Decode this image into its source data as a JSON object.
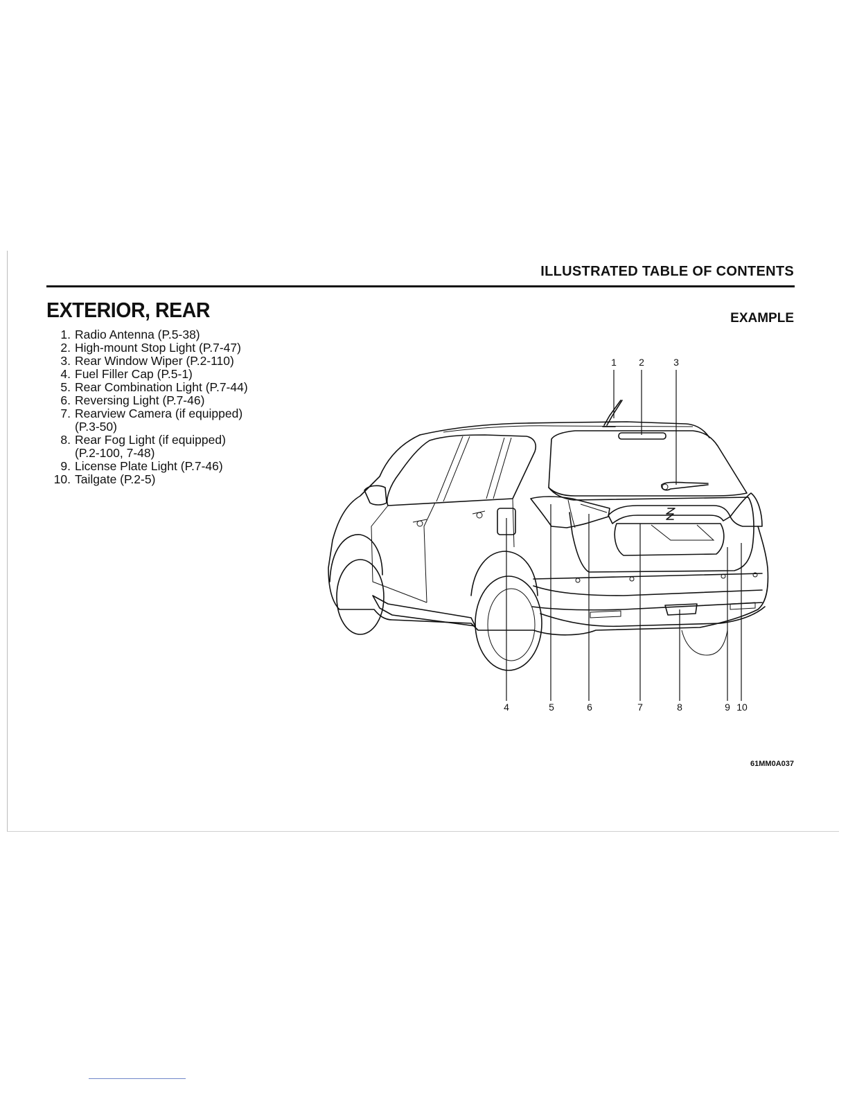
{
  "header": {
    "title": "ILLUSTRATED TABLE OF CONTENTS"
  },
  "section": {
    "title": "EXTERIOR, REAR"
  },
  "example_label": "EXAMPLE",
  "items": [
    {
      "num": "1.",
      "lines": [
        "Radio Antenna (P.5-38)"
      ]
    },
    {
      "num": "2.",
      "lines": [
        "High-mount Stop Light (P.7-47)"
      ]
    },
    {
      "num": "3.",
      "lines": [
        "Rear Window Wiper (P.2-110)"
      ]
    },
    {
      "num": "4.",
      "lines": [
        "Fuel Filler Cap (P.5-1)"
      ]
    },
    {
      "num": "5.",
      "lines": [
        "Rear Combination Light (P.7-44)"
      ]
    },
    {
      "num": "6.",
      "lines": [
        "Reversing Light (P.7-46)"
      ]
    },
    {
      "num": "7.",
      "lines": [
        "Rearview Camera (if equipped)",
        "(P.3-50)"
      ]
    },
    {
      "num": "8.",
      "lines": [
        "Rear Fog Light (if equipped)",
        "(P.2-100, 7-48)"
      ]
    },
    {
      "num": "9.",
      "lines": [
        "License Plate Light (P.7-46)"
      ]
    },
    {
      "num": "10.",
      "lines": [
        "Tailgate (P.2-5)"
      ]
    }
  ],
  "callouts": [
    "1",
    "2",
    "3",
    "4",
    "5",
    "6",
    "7",
    "8",
    "9",
    "10"
  ],
  "illustration_code": "61MM0A037"
}
